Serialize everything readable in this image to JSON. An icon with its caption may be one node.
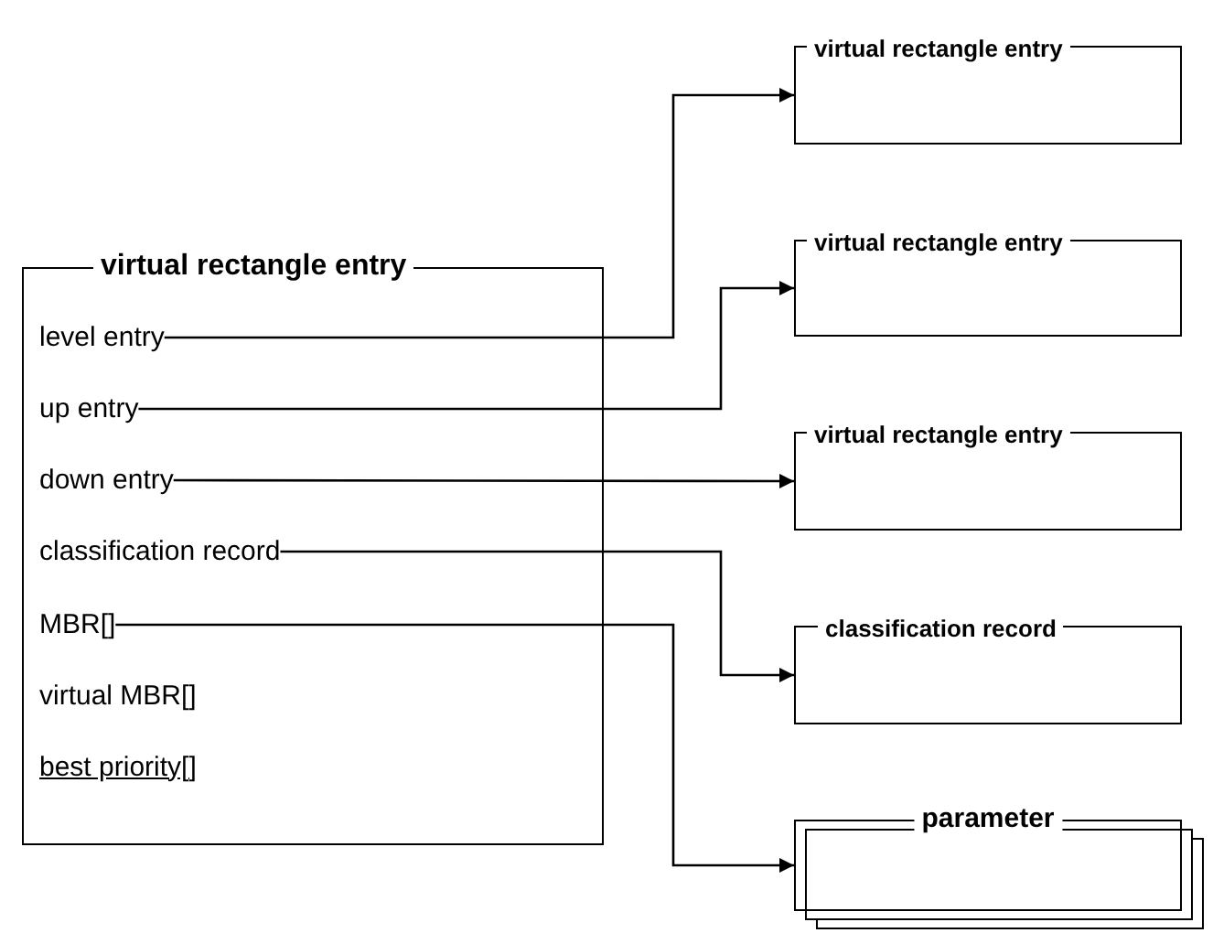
{
  "diagram": {
    "nodes": [
      {
        "text": [
          "virtual rectangle entry"
        ]
      },
      {
        "text": [
          "level entry"
        ],
        "in": 0
      },
      {
        "text": [
          "up entry"
        ],
        "in": 0
      },
      {
        "text": [
          "down entry"
        ],
        "in": 0
      },
      {
        "text": [
          "classification record"
        ],
        "in": 0
      },
      {
        "text": [
          "MBR[]"
        ],
        "in": 0
      },
      {
        "text": [
          "virtual MBR[]"
        ],
        "in": 0
      },
      {
        "text": [
          "best priority[]"
        ],
        "in": 0
      },
      {
        "text": [
          "virtual rectangle entry"
        ]
      },
      {
        "text": [
          "virtual rectangle entry"
        ]
      },
      {
        "text": [
          "virtual rectangle entry"
        ]
      },
      {
        "text": [
          "classification record"
        ]
      },
      {
        "text": [
          "parameter"
        ]
      }
    ],
    "edges": [
      {
        "from": 1,
        "to": 8,
        "arrow": "to"
      },
      {
        "from": 2,
        "to": 9,
        "arrow": "to"
      },
      {
        "from": 3,
        "to": 10,
        "arrow": "to"
      },
      {
        "from": 4,
        "to": 11,
        "arrow": "to"
      },
      {
        "from": 5,
        "to": 12,
        "arrow": "to"
      }
    ]
  }
}
